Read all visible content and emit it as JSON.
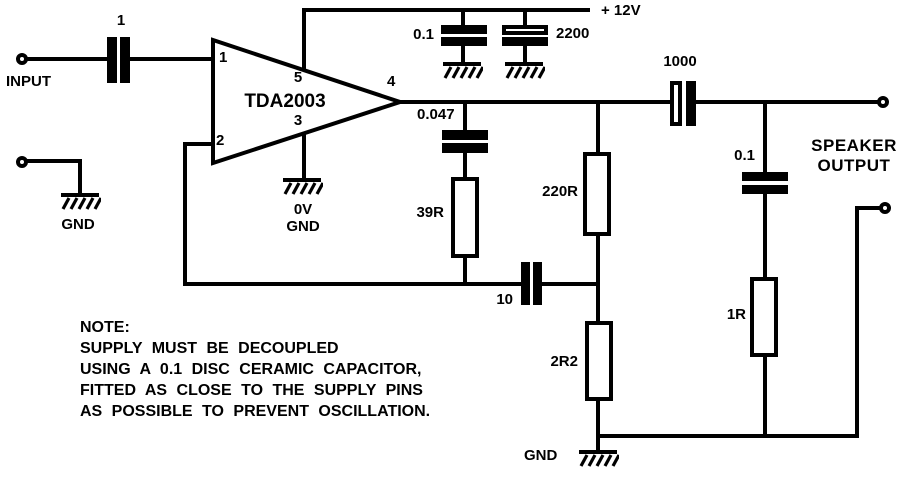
{
  "colors": {
    "ink": "#000000",
    "background": "#ffffff"
  },
  "terminals": {
    "input_label": "INPUT",
    "input_gnd_label": "GND",
    "speaker_line1": "SPEAKER",
    "speaker_line2": "OUTPUT"
  },
  "power": {
    "rail_label": "+ 12V",
    "decoupling_cap_value": "0.1",
    "reservoir_cap_value": "2200"
  },
  "ic": {
    "name": "TDA2003",
    "pin1": "1",
    "pin2": "2",
    "pin3": "3",
    "pin4": "4",
    "pin5": "5",
    "gnd_line1": "0V",
    "gnd_line2": "GND"
  },
  "components": {
    "input_cap_value": "1",
    "zobel_cap_value": "0.047",
    "zobel_res_value": "39R",
    "feedback_res_upper_value": "220R",
    "feedback_cap_value": "10",
    "feedback_res_lower_value": "2R2",
    "output_cap_value": "1000",
    "output_zobel_cap_value": "0.1",
    "output_zobel_res_value": "1R",
    "bottom_gnd_label": "GND"
  },
  "note_lines": [
    "NOTE:",
    "SUPPLY MUST BE DECOUPLED",
    "USING A 0.1 DISC CERAMIC CAPACITOR,",
    "FITTED AS CLOSE TO THE SUPPLY PINS",
    "AS POSSIBLE TO PREVENT OSCILLATION."
  ]
}
